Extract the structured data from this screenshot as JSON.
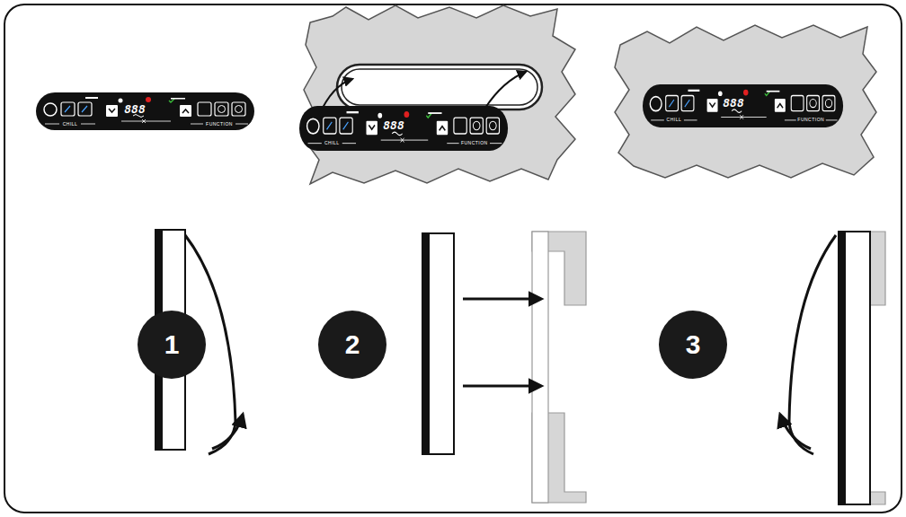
{
  "diagram": {
    "nodes": [
      {
        "text": [
          "1"
        ]
      },
      {
        "text": [
          "2"
        ]
      },
      {
        "text": [
          "3"
        ]
      }
    ],
    "labels": [
      "888",
      "CHILL",
      "FUNCTION",
      "888",
      "CHILL",
      "FUNCTION",
      "888",
      "CHILL",
      "FUNCTION"
    ]
  }
}
